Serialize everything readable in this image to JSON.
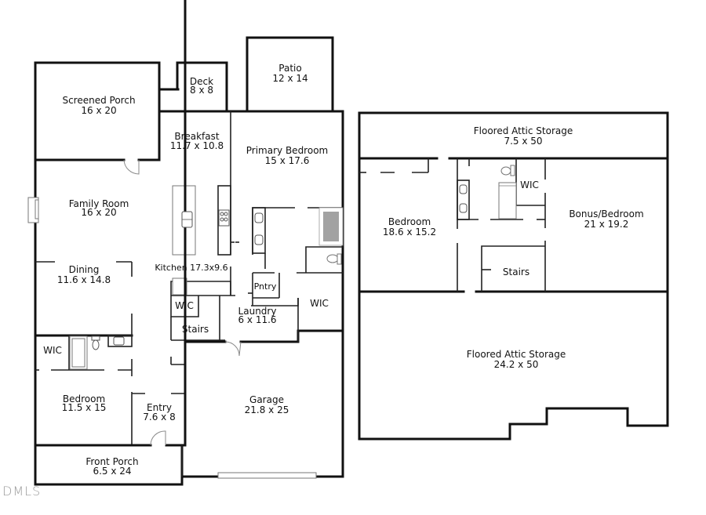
{
  "floor_plan": {
    "main_floor": {
      "rooms": [
        {
          "id": "screened-porch",
          "name": "Screened Porch",
          "dims": "16 x 20"
        },
        {
          "id": "deck",
          "name": "Deck",
          "dims": "8 x 8"
        },
        {
          "id": "patio",
          "name": "Patio",
          "dims": "12 x 14"
        },
        {
          "id": "breakfast",
          "name": "Breakfast",
          "dims": "11.7 x 10.8"
        },
        {
          "id": "primary-bedroom",
          "name": "Primary Bedroom",
          "dims": "15 x 17.6"
        },
        {
          "id": "family-room",
          "name": "Family Room",
          "dims": "16 x 20"
        },
        {
          "id": "kitchen",
          "name": "Kitchen 17.3x9.6",
          "dims": ""
        },
        {
          "id": "dining",
          "name": "Dining",
          "dims": "11.6 x 14.8"
        },
        {
          "id": "pantry",
          "name": "Pntry",
          "dims": ""
        },
        {
          "id": "primary-wic",
          "name": "WIC",
          "dims": ""
        },
        {
          "id": "hall-wic",
          "name": "WIC",
          "dims": ""
        },
        {
          "id": "laundry",
          "name": "Laundry",
          "dims": "6 x 11.6"
        },
        {
          "id": "stairs-main",
          "name": "Stairs",
          "dims": ""
        },
        {
          "id": "bedroom-wic",
          "name": "WIC",
          "dims": ""
        },
        {
          "id": "bedroom-main",
          "name": "Bedroom",
          "dims": "11.5 x 15"
        },
        {
          "id": "entry",
          "name": "Entry",
          "dims": "7.6 x 8"
        },
        {
          "id": "garage",
          "name": "Garage",
          "dims": "21.8 x 25"
        },
        {
          "id": "front-porch",
          "name": "Front Porch",
          "dims": "6.5 x 24"
        }
      ]
    },
    "upper_floor": {
      "rooms": [
        {
          "id": "attic-storage-top",
          "name": "Floored Attic Storage",
          "dims": "7.5 x 50"
        },
        {
          "id": "bedroom-upper",
          "name": "Bedroom",
          "dims": "18.6 x 15.2"
        },
        {
          "id": "upper-wic",
          "name": "WIC",
          "dims": ""
        },
        {
          "id": "bonus-bedroom",
          "name": "Bonus/Bedroom",
          "dims": "21 x 19.2"
        },
        {
          "id": "stairs-upper",
          "name": "Stairs",
          "dims": ""
        },
        {
          "id": "attic-storage-bottom",
          "name": "Floored Attic Storage",
          "dims": "24.2 x 50"
        }
      ]
    },
    "watermark": "DMLS"
  }
}
